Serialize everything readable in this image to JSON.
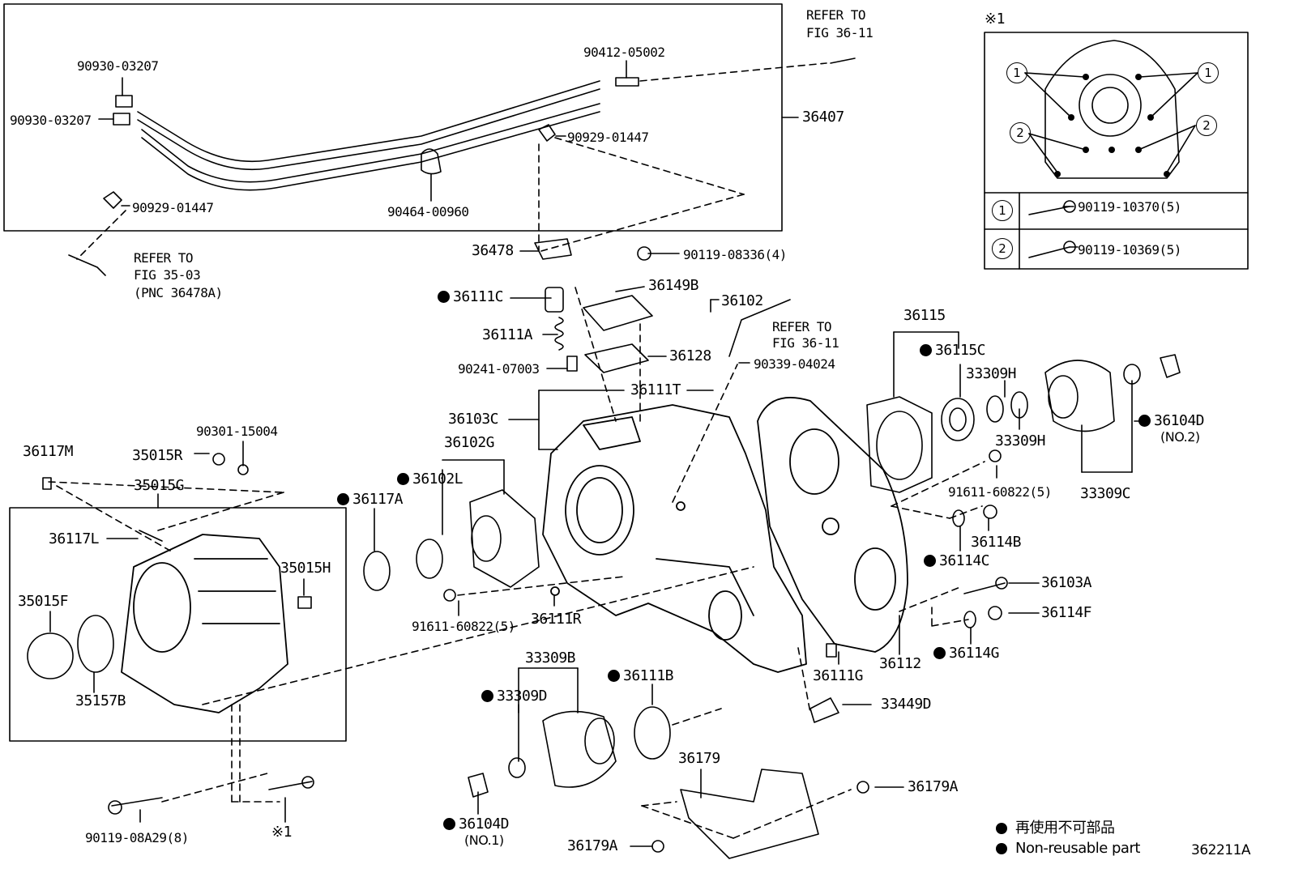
{
  "diagram_id": "362211A",
  "legend": {
    "jp": "再使用不可部品",
    "en": "Non-reusable part"
  },
  "inset": {
    "note_mark": "※1",
    "circle_1": "1",
    "circle_2": "2",
    "bolt_1": "90119-10370(5)",
    "bolt_2": "90119-10369(5)"
  },
  "refs": {
    "fig_36_11_top": [
      "REFER TO",
      "FIG 36-11"
    ],
    "fig_35_03": [
      "REFER TO",
      "FIG 35-03",
      "(PNC 36478A)"
    ],
    "fig_36_11_mid": [
      "REFER TO",
      "FIG 36-11"
    ]
  },
  "parts": {
    "p90930_03207_a": "90930-03207",
    "p90930_03207_b": "90930-03207",
    "p90412_05002": "90412-05002",
    "p36407": "36407",
    "p90929_01447_a": "90929-01447",
    "p90929_01447_b": "90929-01447",
    "p90464_00960": "90464-00960",
    "p36478": "36478",
    "p90119_08336": "90119-08336(4)",
    "p36111C": "36111C",
    "p36149B": "36149B",
    "p36102": "36102",
    "p36111A": "36111A",
    "p36128": "36128",
    "p90241_07003": "90241-07003",
    "p90339_04024": "90339-04024",
    "p36111T": "36111T",
    "p36103C": "36103C",
    "p36102G": "36102G",
    "p36102L": "36102L",
    "p36117A": "36117A",
    "p36117M": "36117M",
    "p35015R": "35015R",
    "p90301_15004": "90301-15004",
    "p35015G": "35015G",
    "p36117L": "36117L",
    "p35015H": "35015H",
    "p35015F": "35015F",
    "p35157B": "35157B",
    "p91611_60822_a": "91611-60822(5)",
    "p36111R": "36111R",
    "p36115": "36115",
    "p36115C": "36115C",
    "p33309H_a": "33309H",
    "p33309H_b": "33309H",
    "p36104D_a": "36104D",
    "p36104D_a_note": "(NO.2)",
    "p91611_60822_b": "91611-60822(5)",
    "p33309C": "33309C",
    "p36114B": "36114B",
    "p36114C": "36114C",
    "p36103A": "36103A",
    "p36114F": "36114F",
    "p36114G": "36114G",
    "p36112": "36112",
    "p36111G": "36111G",
    "p33449D": "33449D",
    "p33309B": "33309B",
    "p33309D": "33309D",
    "p36111B": "36111B",
    "p36179": "36179",
    "p36179A_a": "36179A",
    "p36179A_b": "36179A",
    "p36104D_b": "36104D",
    "p36104D_b_note": "(NO.1)",
    "p90119_08A29": "90119-08A29(8)",
    "note_mark_bottom": "※1"
  }
}
